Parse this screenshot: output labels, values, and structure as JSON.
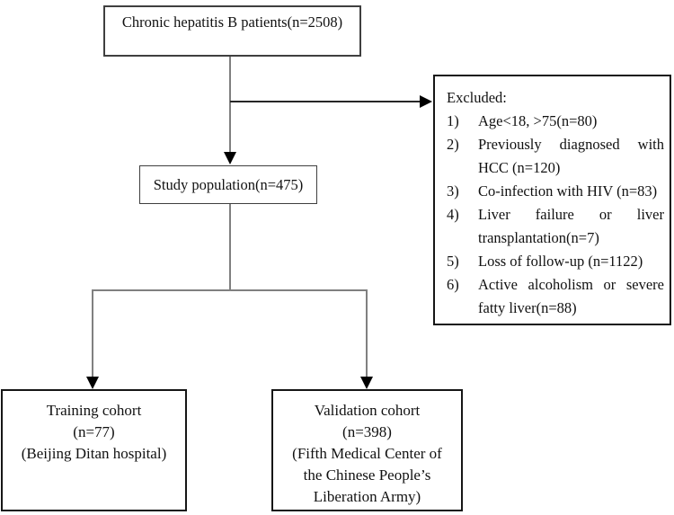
{
  "nodes": {
    "top": {
      "label": "Chronic hepatitis B patients(n=2508)"
    },
    "study": {
      "label": "Study population(n=475)"
    },
    "excluded": {
      "title": "Excluded:",
      "items": [
        {
          "num": "1)",
          "text": "Age<18, >75(n=80)"
        },
        {
          "num": "2)",
          "text": "Previously diagnosed with HCC (n=120)"
        },
        {
          "num": "3)",
          "text": "Co-infection with HIV (n=83)"
        },
        {
          "num": "4)",
          "text": "Liver failure or liver transplantation(n=7)"
        },
        {
          "num": "5)",
          "text": "Loss of follow-up (n=1122)"
        },
        {
          "num": "6)",
          "text": "Active alcoholism or severe fatty liver(n=88)"
        }
      ]
    },
    "training": {
      "lines": [
        "Training cohort",
        "(n=77)",
        "(Beijing Ditan hospital)"
      ]
    },
    "validation": {
      "lines": [
        "Validation cohort",
        "(n=398)",
        "(Fifth Medical Center of",
        "the Chinese People’s",
        "Liberation Army)"
      ]
    }
  },
  "colors": {
    "background": "#ffffff",
    "text": "#111111",
    "box_border": "#161616",
    "connector_gray": "#808080",
    "connector_dark": "#262626",
    "arrowhead": "#000000"
  }
}
